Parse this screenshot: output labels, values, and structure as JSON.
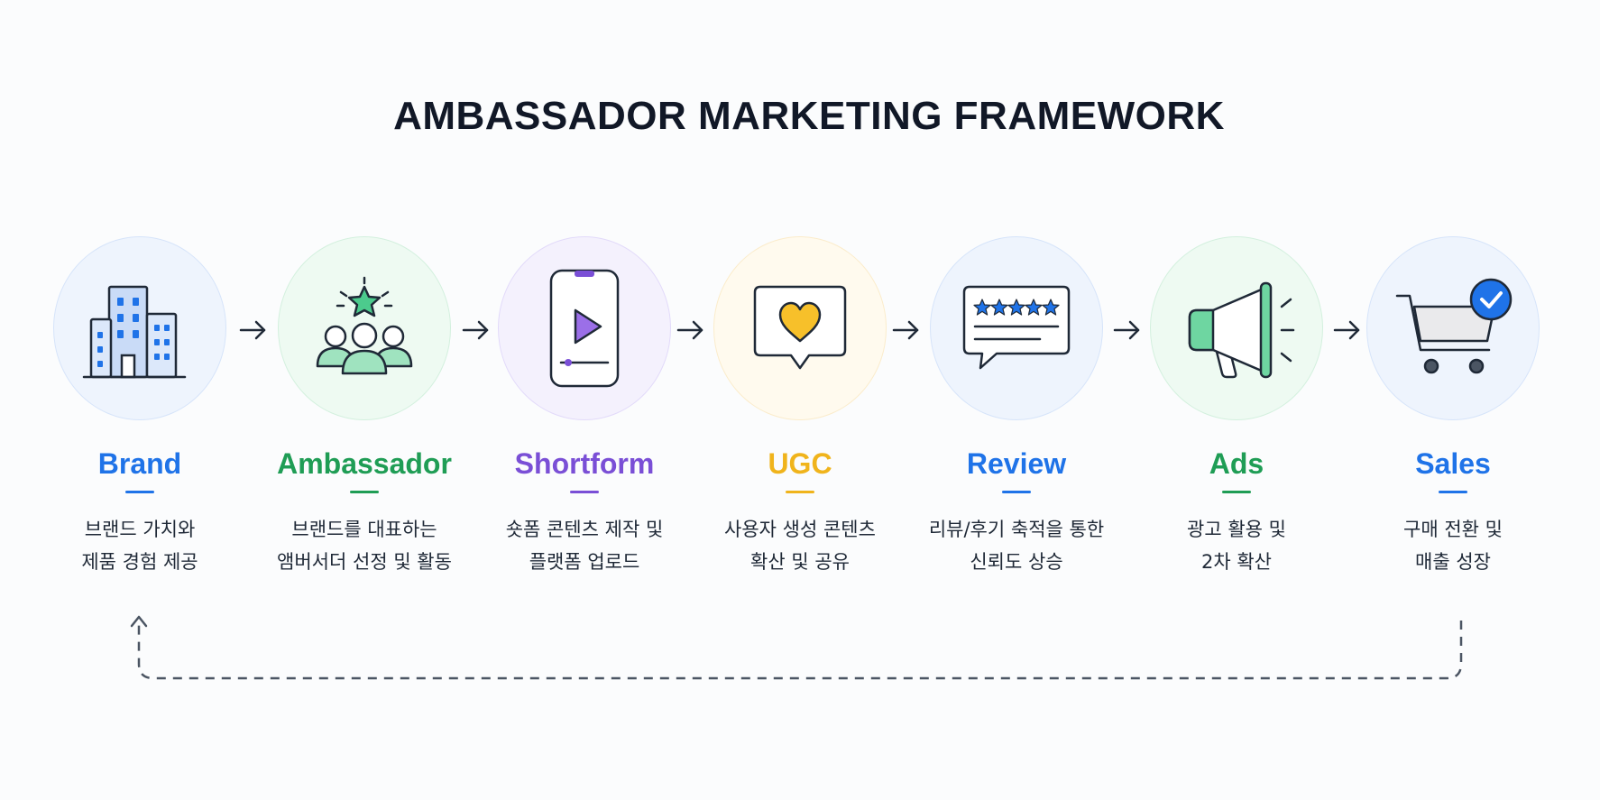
{
  "title": "AMBASSADOR MARKETING FRAMEWORK",
  "steps": [
    {
      "label": "Brand",
      "color": "#1f73e8",
      "bg": "#eef4fd",
      "border": "#d6e4fa",
      "icon": "building-icon",
      "line1": "브랜드 가치와",
      "line2": "제품 경험 제공"
    },
    {
      "label": "Ambassador",
      "color": "#1f9d55",
      "bg": "#eefaf2",
      "border": "#d3f0de",
      "icon": "ambassador-group-icon",
      "line1": "브랜드를 대표하는",
      "line2": "앰버서더 선정 및 활동"
    },
    {
      "label": "Shortform",
      "color": "#7a4fd6",
      "bg": "#f4f1fd",
      "border": "#e2dafa",
      "icon": "smartphone-play-icon",
      "line1": "숏폼 콘텐츠 제작 및",
      "line2": "플랫폼 업로드"
    },
    {
      "label": "UGC",
      "color": "#f0b41c",
      "bg": "#fffaee",
      "border": "#fbeccb",
      "icon": "heart-chat-icon",
      "line1": "사용자 생성 콘텐츠",
      "line2": "확산 및 공유"
    },
    {
      "label": "Review",
      "color": "#1f73e8",
      "bg": "#eef4fd",
      "border": "#d6e4fa",
      "icon": "star-review-icon",
      "line1": "리뷰/후기 축적을 통한",
      "line2": "신뢰도 상승"
    },
    {
      "label": "Ads",
      "color": "#1f9d55",
      "bg": "#eefaf2",
      "border": "#d3f0de",
      "icon": "megaphone-icon",
      "line1": "광고 활용 및",
      "line2": "2차 확산"
    },
    {
      "label": "Sales",
      "color": "#1f73e8",
      "bg": "#eef4fd",
      "border": "#d6e4fa",
      "icon": "shopping-cart-check-icon",
      "line1": "구매 전환 및",
      "line2": "매출 성장"
    }
  ]
}
